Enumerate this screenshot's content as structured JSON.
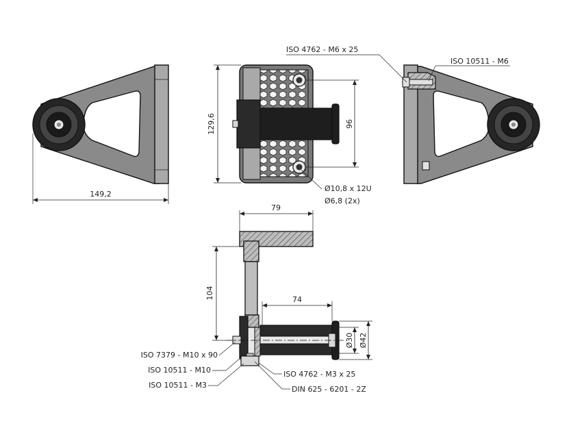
{
  "dimensions": {
    "width_left": "149,2",
    "height_front": "129,6",
    "hole_spacing": "96",
    "plate_width": "79",
    "arm_height": "104",
    "bolt_length": "74",
    "dia_30": "Ø30",
    "dia_42": "Ø42"
  },
  "callouts": {
    "front_holes_1": "Ø10,8 x 12U",
    "front_holes_2": "Ø6,8 (2x)",
    "right_screw": "ISO 4762 - M6 x 25",
    "right_nut": "ISO 10511 - M6",
    "sec_bolt": "ISO 7379 - M10 x 90",
    "sec_nut_m10": "ISO 10511 - M10",
    "sec_nut_m3": "ISO 10511 - M3",
    "sec_screw_m3": "ISO 4762 - M3 x 25",
    "sec_bearing": "DIN 625 - 6201 - 2Z"
  },
  "colors": {
    "body": "#8a8a8a",
    "dark": "#262626",
    "light": "#cfcfcf"
  }
}
